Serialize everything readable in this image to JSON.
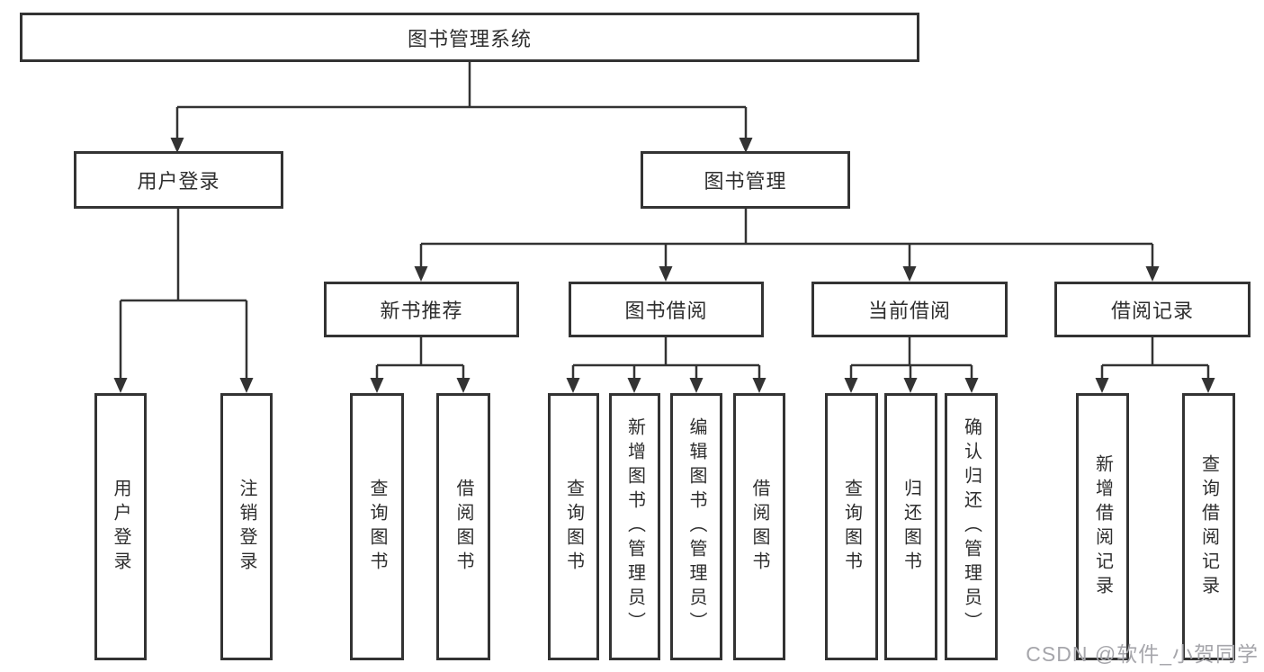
{
  "diagram": {
    "root": "图书管理系统",
    "level2": {
      "user_login": "用户登录",
      "book_mgmt": "图书管理"
    },
    "level3": {
      "new_books": "新书推荐",
      "borrowing": "图书借阅",
      "current_borrow": "当前借阅",
      "borrow_records": "借阅记录"
    },
    "leaves": {
      "ul_login": "用户登录",
      "ul_logout": "注销登录",
      "nb_query": "查询图书",
      "nb_borrow": "借阅图书",
      "bw_query": "查询图书",
      "bw_add": "新增图书（管理员）",
      "bw_edit": "编辑图书（管理员）",
      "bw_borrow": "借阅图书",
      "cb_query": "查询图书",
      "cb_return": "归还图书",
      "cb_confirm": "确认归还（管理员）",
      "br_add": "新增借阅记录",
      "br_query": "查询借阅记录"
    },
    "colors": {
      "line": "#333333",
      "watermark": "#a6a6ab"
    },
    "watermark": "CSDN @软件_小贺同学"
  }
}
